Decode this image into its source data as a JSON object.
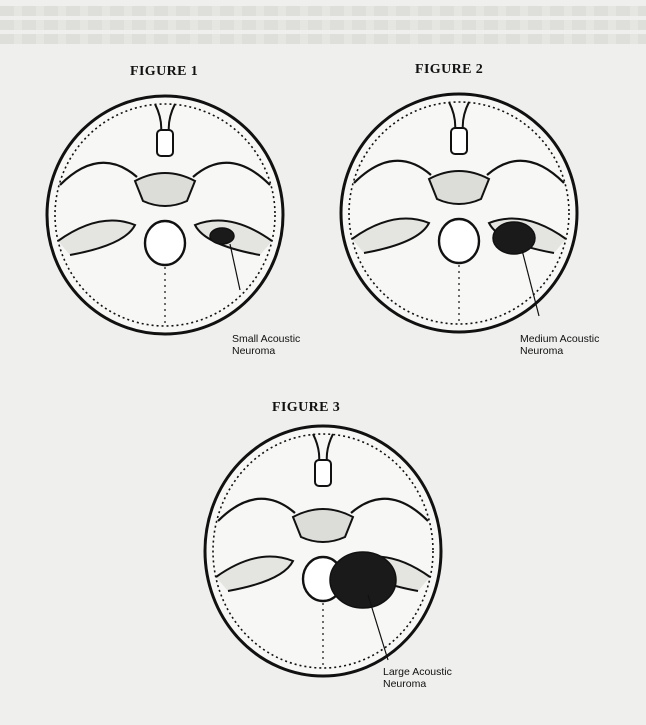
{
  "figures": [
    {
      "title": "FIGURE 1",
      "label_line1": "Small Acoustic",
      "label_line2": "Neuroma",
      "tumor_size": "small"
    },
    {
      "title": "FIGURE 2",
      "label_line1": "Medium Acoustic",
      "label_line2": "Neuroma",
      "tumor_size": "medium"
    },
    {
      "title": "FIGURE 3",
      "label_line1": "Large Acoustic",
      "label_line2": "Neuroma",
      "tumor_size": "large"
    }
  ],
  "colors": {
    "ink": "#111111",
    "paper": "#efefed",
    "shade": "#d6d6d2"
  }
}
